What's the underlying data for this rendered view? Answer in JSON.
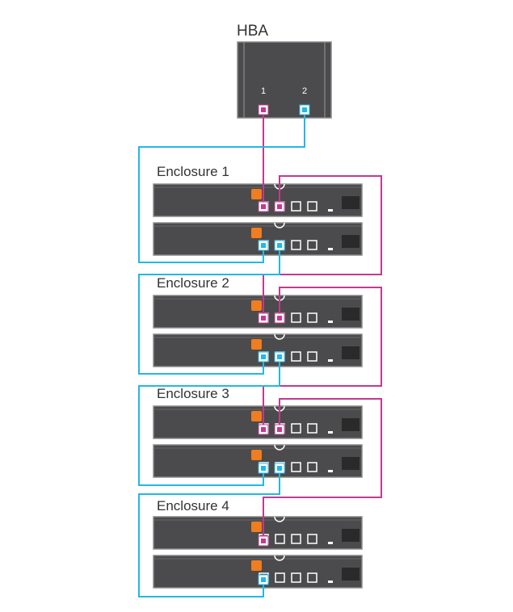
{
  "hba": {
    "title": "HBA",
    "port_labels": [
      "1",
      "2"
    ]
  },
  "enclosures": [
    {
      "label": "Enclosure 1"
    },
    {
      "label": "Enclosure 2"
    },
    {
      "label": "Enclosure 3"
    },
    {
      "label": "Enclosure 4"
    }
  ],
  "colors": {
    "magenta_cable": "#c4398f",
    "cyan_cable": "#22b8e6",
    "module_body": "#4b4b4d",
    "module_border": "#8a8a8a",
    "orange_latch": "#f07d1f"
  }
}
